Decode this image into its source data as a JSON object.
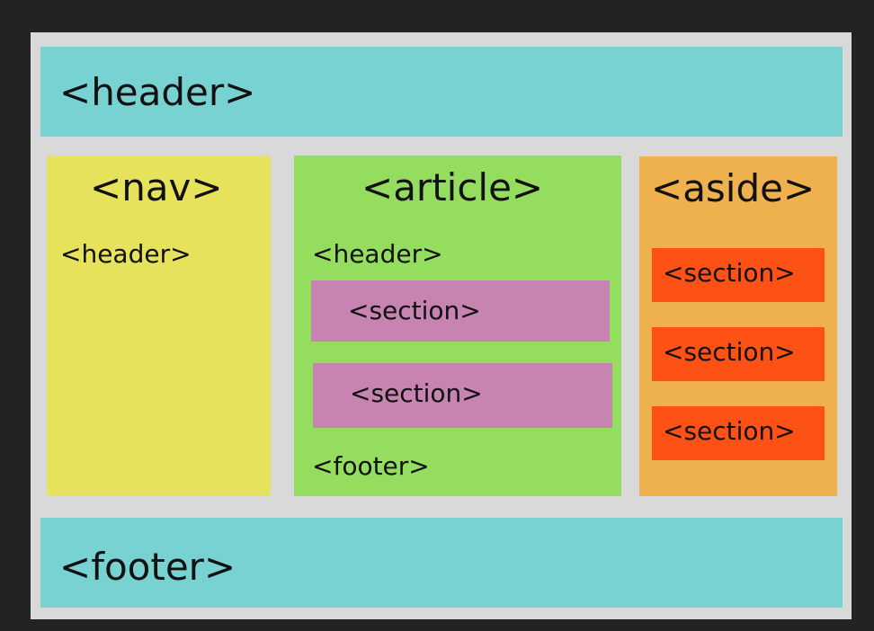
{
  "colors": {
    "background": "#232323",
    "frame": "#d9d9d9",
    "header": "#78d2d2",
    "nav": "#e6e25c",
    "article": "#95dd5f",
    "aside": "#efb04e",
    "article_section": "#c784b1",
    "aside_section": "#fe5115"
  },
  "page": {
    "header": "<header>",
    "footer": "<footer>"
  },
  "nav": {
    "title": "<nav>",
    "header": "<header>"
  },
  "article": {
    "title": "<article>",
    "header": "<header>",
    "sections": [
      "<section>",
      "<section>"
    ],
    "footer": "<footer>"
  },
  "aside": {
    "title": "<aside>",
    "sections": [
      "<section>",
      "<section>",
      "<section>"
    ]
  }
}
